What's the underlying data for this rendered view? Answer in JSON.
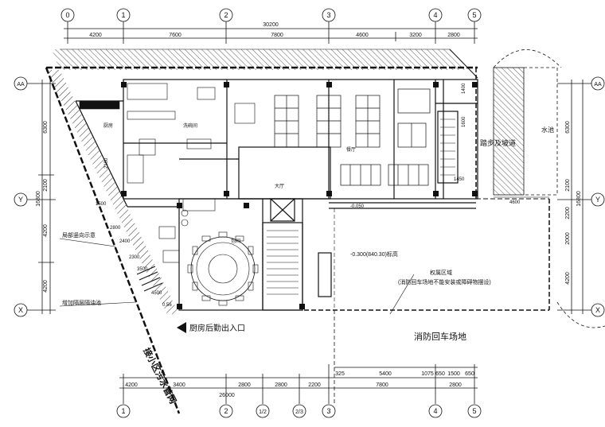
{
  "grid_axes_top": [
    "0",
    "1",
    "2",
    "3",
    "4",
    "5"
  ],
  "grid_axes_bottom": [
    "1",
    "2",
    "1/2",
    "2/3",
    "3",
    "4",
    "5"
  ],
  "grid_axes_left": [
    "AA",
    "Y",
    "X"
  ],
  "grid_axes_right": [
    "AA",
    "Y",
    "X"
  ],
  "dims_top_total": "30200",
  "dims_top": [
    "4200",
    "7600",
    "7800",
    "4600",
    "3200",
    "2800"
  ],
  "dims_bottom_row1": [
    "325",
    "5400",
    "1075",
    "650",
    "1500",
    "650"
  ],
  "dims_bottom_row2": [
    "4200",
    "3400",
    "2800",
    "2800",
    "2200",
    "7800",
    "2800"
  ],
  "dims_bottom_total": "26000",
  "dims_left": [
    "6300",
    "2100",
    "4200",
    "4200"
  ],
  "dims_left_total": "16800",
  "dims_right": [
    "6300",
    "2100",
    "2200",
    "2000",
    "4200"
  ],
  "dims_right_total": "16800",
  "labels": {
    "kitchen_entrance": "厨房后勤出入口",
    "fire_truck_site": "消防回车场地",
    "road_label": "接小区污水管网",
    "side_note1": "局部竖向示意",
    "side_note2": "增加隔层隔油池",
    "corridor": "踏步及坡道",
    "pool": "水池",
    "level_note": "-0.300(840.30)标高",
    "roof_note_title": "权属区域",
    "roof_note_body": "(消防回车场地不能安装或障碍物摆设)",
    "level_0050": "-0.050",
    "stair_w1": "1400",
    "stair_w2": "1600",
    "stair_w3": "1450",
    "dim_4600": "4600",
    "dim_2100": "2100",
    "dim_1500": "1500",
    "dim_2800": "2800",
    "dim_2400": "2400",
    "dim_2300": "2300",
    "dim_3500": "3500",
    "dim_4500": "4500",
    "dim_0560": "0.56",
    "room_dining": "餐厅",
    "room_hall": "大厅",
    "room_vip": "包间",
    "room_kitchen": "厨房",
    "room_wash": "洗碗间"
  },
  "colors": {
    "line": "#111111",
    "hatch": "#333333"
  }
}
